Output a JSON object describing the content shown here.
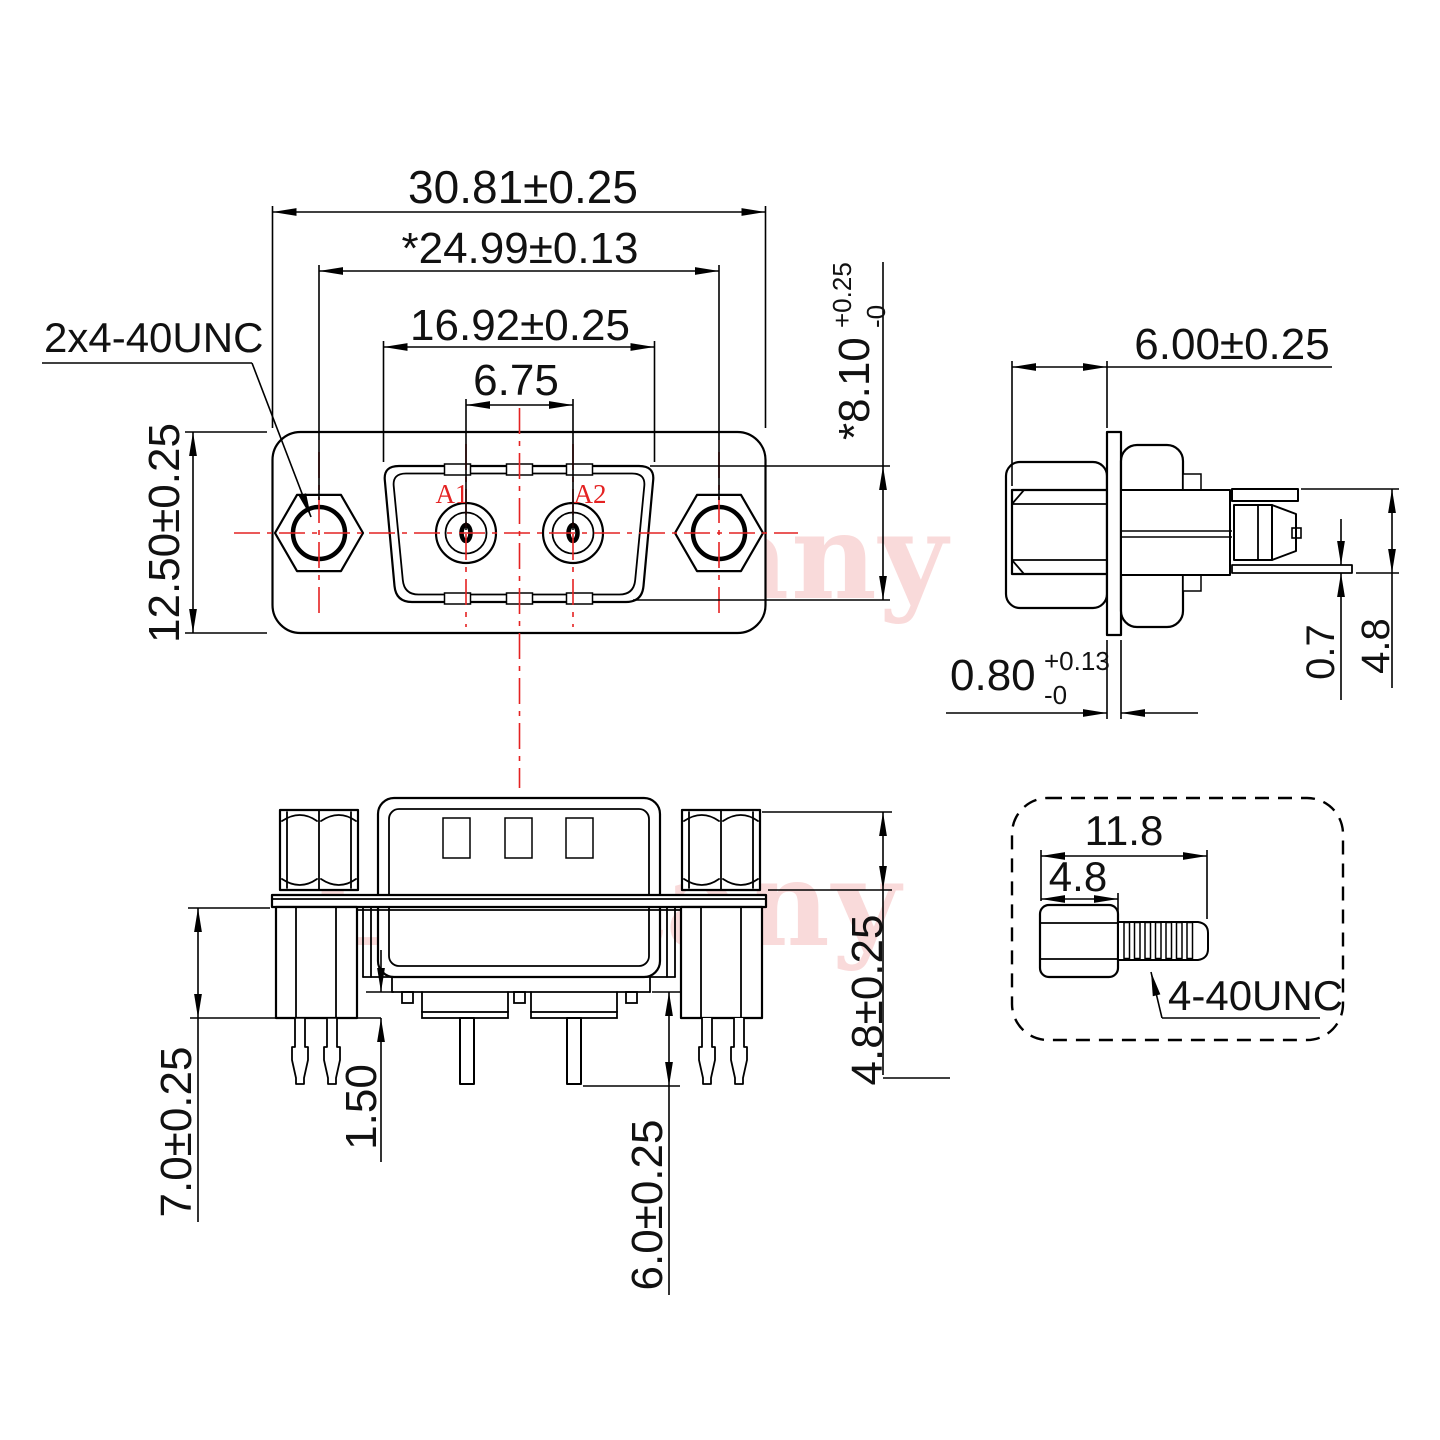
{
  "watermark": {
    "text": "Lightany",
    "color": "#ef9a9a"
  },
  "colors": {
    "line": "#000000",
    "centerline_red": "#e42222",
    "background": "#ffffff"
  },
  "front": {
    "callout": "2x4-40UNC",
    "a1": "A1",
    "a2": "A2",
    "width": "30.81±0.25",
    "holes": "*24.99±0.13",
    "shell_w": "16.92±0.25",
    "pitch": "6.75",
    "height": "12.50±0.25",
    "shell_h": {
      "main": "*8.10",
      "sup": "+0.25",
      "sub": "-0"
    }
  },
  "side": {
    "protrusion": "6.00±0.25",
    "flange": {
      "main": "0.80",
      "sup": "+0.13",
      "sub": "-0"
    },
    "lead": "0.7",
    "tail_h": "4.8"
  },
  "bottom": {
    "body_h": "7.0±0.25",
    "standoff": "1.50",
    "pin_len": "6.0±0.25",
    "hex_len": "4.8±0.25"
  },
  "screw": {
    "len": "11.8",
    "head": "4.8",
    "thread": "4-40UNC"
  }
}
